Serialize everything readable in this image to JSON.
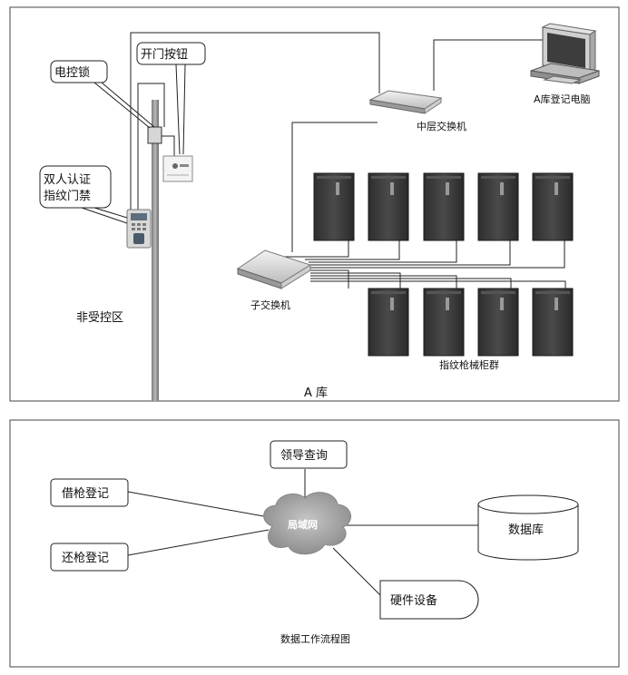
{
  "top_panel": {
    "zone_outside": "非受控区",
    "room_label": "A 库",
    "callout_lock": "电控锁",
    "callout_button": "开门按钮",
    "callout_access_line1": "双人认证",
    "callout_access_line2": "指纹门禁",
    "pc_label": "A库登记电脑",
    "core_switch_label": "中层交换机",
    "sub_switch_label": "子交换机",
    "cabinets_label": "指纹枪械柜群"
  },
  "bottom_panel": {
    "borrow": "借枪登记",
    "return": "还枪登记",
    "leader": "领导查询",
    "network": "局域网",
    "database": "数据库",
    "hardware": "硬件设备",
    "caption": "数据工作流程图"
  }
}
